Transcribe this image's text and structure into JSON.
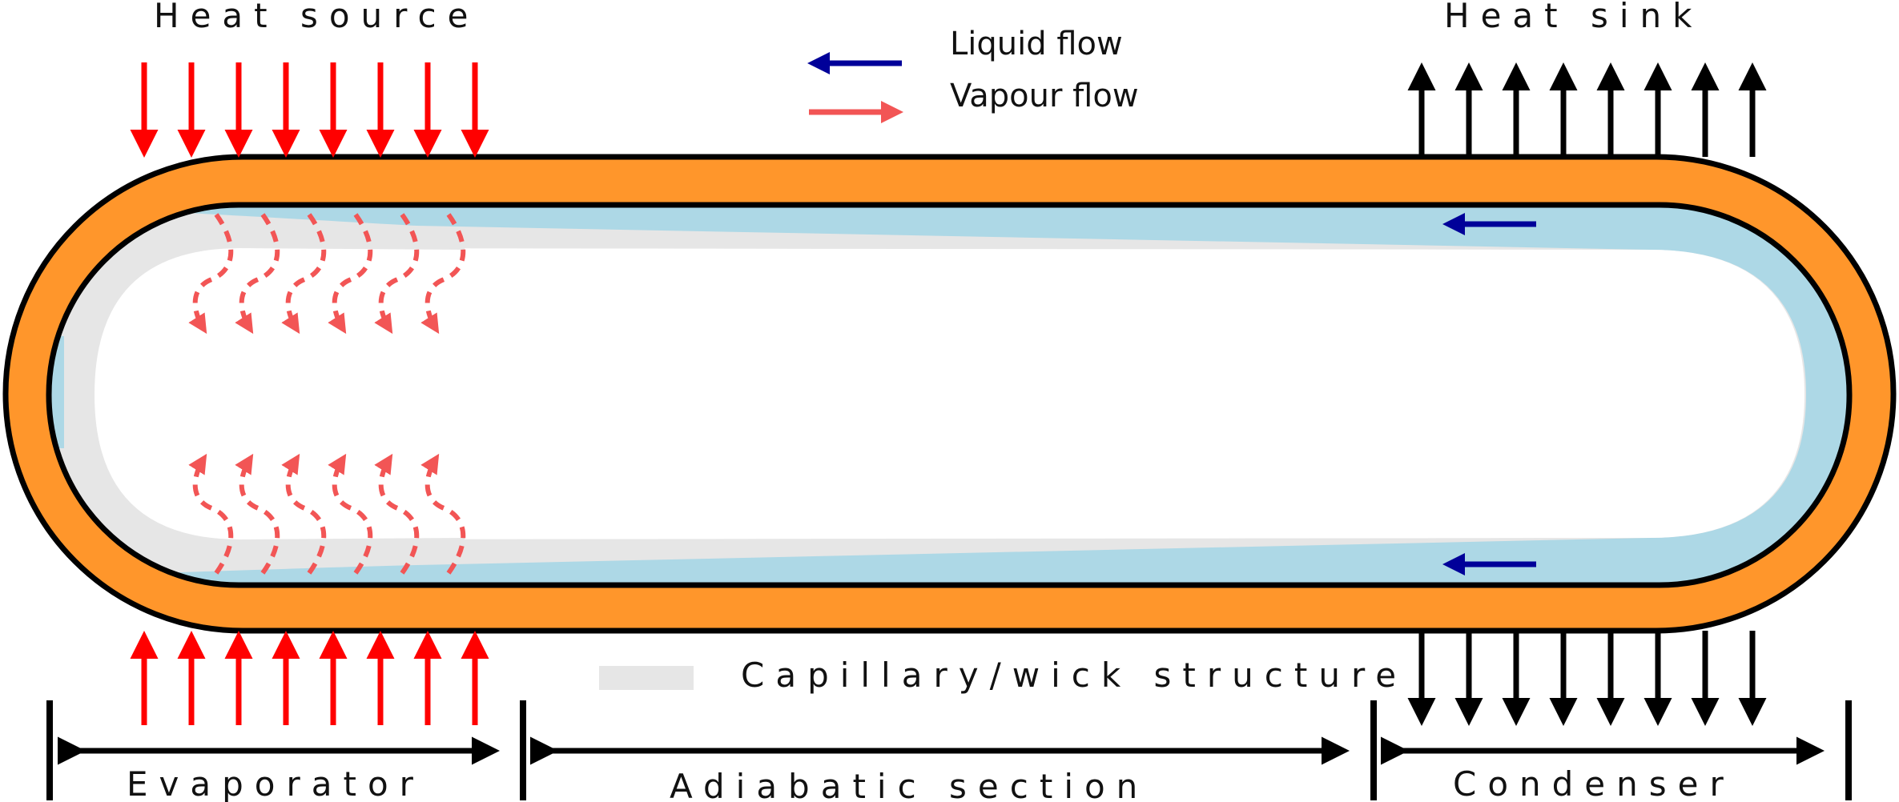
{
  "labels": {
    "heat_source": "Heat source",
    "heat_sink": "Heat sink",
    "liquid_flow": "Liquid flow",
    "vapour_flow": "Vapour flow",
    "wick": "Capillary/wick structure",
    "evaporator": "Evaporator",
    "adiabatic": "Adiabatic section",
    "condenser": "Condenser"
  },
  "colors": {
    "casing": "#FF962B",
    "wick": "#E6E6E6",
    "liquid": "#ADD8E6",
    "heat_arrow": "#FF0000",
    "vapour_arrow": "#F25555",
    "liquid_arrow": "#000099",
    "outline": "#000000"
  }
}
